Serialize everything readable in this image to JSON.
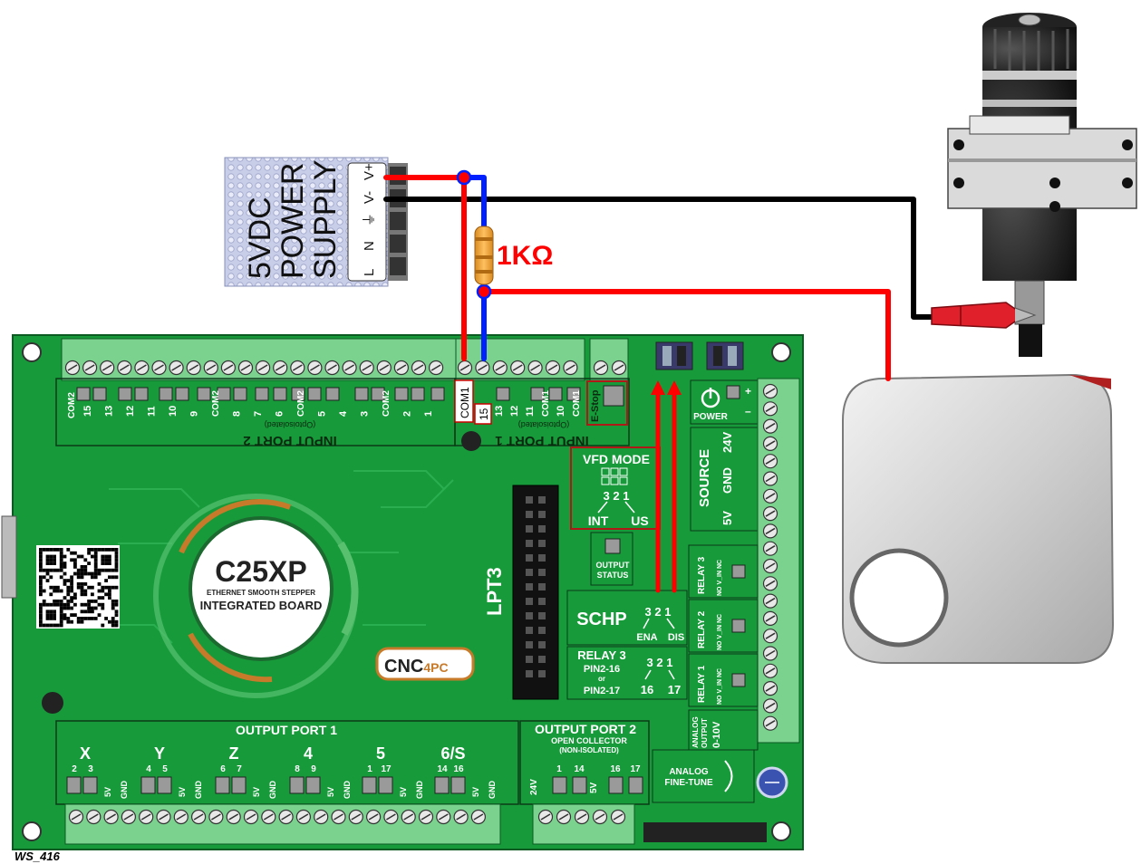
{
  "power_supply": {
    "title_lines": [
      "5VDC",
      "POWER",
      "SUPPLY"
    ],
    "terminal_labels": [
      "V+",
      "V-",
      "⏚",
      "N",
      "L"
    ]
  },
  "resistor": {
    "value_label": "1KΩ"
  },
  "board": {
    "product": "C25XP",
    "subtitle": "ETHERNET SMOOTH STEPPER",
    "subtitle2": "INTEGRATED BOARD",
    "brand_main": "CNC",
    "brand_sub": "4PC",
    "lpt_label": "LPT3",
    "input_port2": {
      "title": "INPUT PORT 2",
      "subtitle": "(Optoisolated)",
      "pins": [
        "15",
        "13",
        "12",
        "11",
        "10",
        "9",
        "COM2",
        "8",
        "7",
        "6",
        "COM2",
        "5",
        "4",
        "3",
        "COM2",
        "2",
        "1"
      ],
      "com_left": "COM2"
    },
    "input_port1": {
      "title": "INPUT PORT 1",
      "subtitle": "(Optoisolated)",
      "pins": [
        "COM1",
        "15",
        "13",
        "12",
        "11",
        "COM1",
        "10",
        "COM1"
      ],
      "estop": "E-Stop"
    },
    "vfd_mode": {
      "title": "VFD MODE",
      "digits": "3 2 1",
      "left": "INT",
      "right": "US"
    },
    "output_status": {
      "line1": "OUTPUT",
      "line2": "STATUS"
    },
    "schp": {
      "label": "SCHP",
      "digits": "3 2 1",
      "left": "ENA",
      "right": "DIS"
    },
    "relay3_block": {
      "line1": "RELAY 3",
      "line2": "PIN2-16",
      "line3": "or",
      "line4": "PIN2-17",
      "digits": "3 2 1",
      "left": "16",
      "right": "17"
    },
    "power_label": "POWER",
    "source": {
      "title": "SOURCE",
      "labels": [
        "24V",
        "GND",
        "5V"
      ]
    },
    "relays": [
      {
        "name": "RELAY 3",
        "pins": "NO V_IN NC"
      },
      {
        "name": "RELAY 2",
        "pins": "NO V_IN NC"
      },
      {
        "name": "RELAY 1",
        "pins": "NO V_IN NC"
      }
    ],
    "analog_output": {
      "line1": "ANALOG",
      "line2": "OUTPUT",
      "line3": "0-10V"
    },
    "analog_finetune": {
      "line1": "ANALOG",
      "line2": "FINE-TUNE"
    },
    "output_port1": {
      "title": "OUTPUT PORT 1",
      "axes": [
        "X",
        "Y",
        "Z",
        "4",
        "5",
        "6/S"
      ],
      "pin_pairs": [
        [
          "2",
          "3"
        ],
        [
          "4",
          "5"
        ],
        [
          "6",
          "7"
        ],
        [
          "8",
          "9"
        ],
        [
          "1",
          "17"
        ],
        [
          "14",
          "16"
        ]
      ],
      "power_labels": [
        "5V",
        "GND"
      ]
    },
    "output_port2": {
      "title": "OUTPUT PORT 2",
      "subtitle": "OPEN COLLECTOR",
      "subtitle2": "(NON-ISOLATED)",
      "pins": [
        "1",
        "14",
        "16",
        "17"
      ],
      "power_labels": [
        "24V",
        "5V"
      ]
    },
    "callout_com1": "COM1",
    "callout_15": "15"
  },
  "figure_id": "WS_416",
  "colors": {
    "board_green": "#179a3a",
    "board_dark": "#0b5a22",
    "wire_red": "#ff0000",
    "wire_blue": "#0020ff",
    "wire_black": "#000000",
    "resistor": "#f0a030",
    "plate": "#d9d9d9"
  }
}
